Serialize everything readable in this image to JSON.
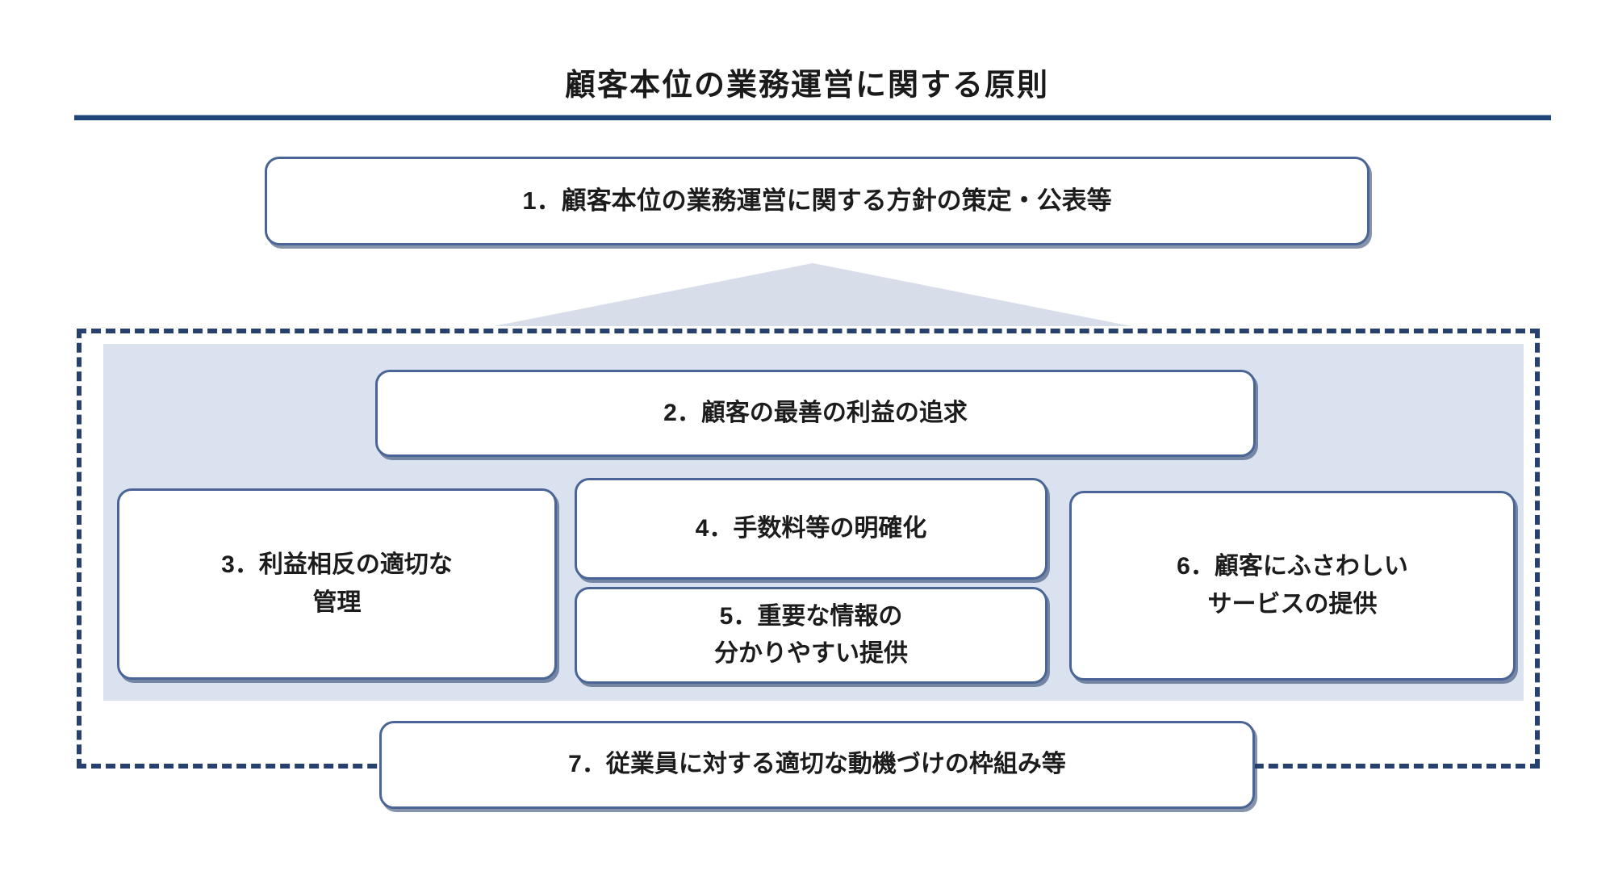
{
  "page": {
    "title": "顧客本位の業務運営に関する原則"
  },
  "colors": {
    "title_rule": "#1F4478",
    "box_border": "#4A6595",
    "box_shadow": "#203A66",
    "dashed_border": "#27406E",
    "panel_fill": "#DBE2EF",
    "triangle_fill": "#D7DEEA",
    "box_fill": "#FFFFFF",
    "text": "#1C1C1C"
  },
  "boxes": {
    "box1": {
      "label": "1．顧客本位の業務運営に関する方針の策定・公表等"
    },
    "box2": {
      "label": "2．顧客の最善の利益の追求"
    },
    "box3": {
      "label": "3．利益相反の適切な\n管理"
    },
    "box4": {
      "label": "4．手数料等の明確化"
    },
    "box5": {
      "label": "5．重要な情報の\n分かりやすい提供"
    },
    "box6": {
      "label": "6．顧客にふさわしい\nサービスの提供"
    },
    "box7": {
      "label": "7．従業員に対する適切な動機づけの枠組み等"
    }
  }
}
